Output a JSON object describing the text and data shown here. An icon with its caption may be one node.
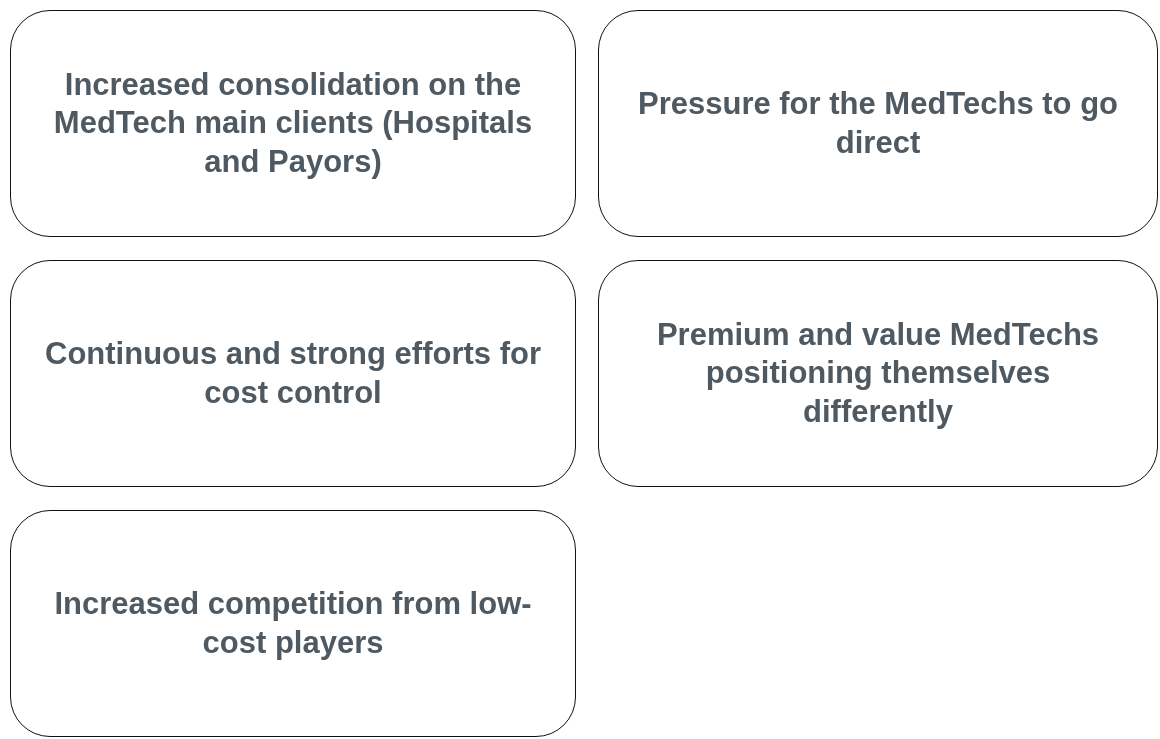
{
  "diagram": {
    "nodes": [
      {
        "text": [
          "Increased consolidation on the MedTech main clients (Hospitals and Payors)"
        ]
      },
      {
        "text": [
          "Pressure for the MedTechs to go direct"
        ]
      },
      {
        "text": [
          "Continuous and strong efforts for cost control"
        ]
      },
      {
        "text": [
          "Premium and value MedTechs positioning themselves differently"
        ]
      },
      {
        "text": [
          "Increased competition from low-cost players"
        ]
      }
    ]
  }
}
